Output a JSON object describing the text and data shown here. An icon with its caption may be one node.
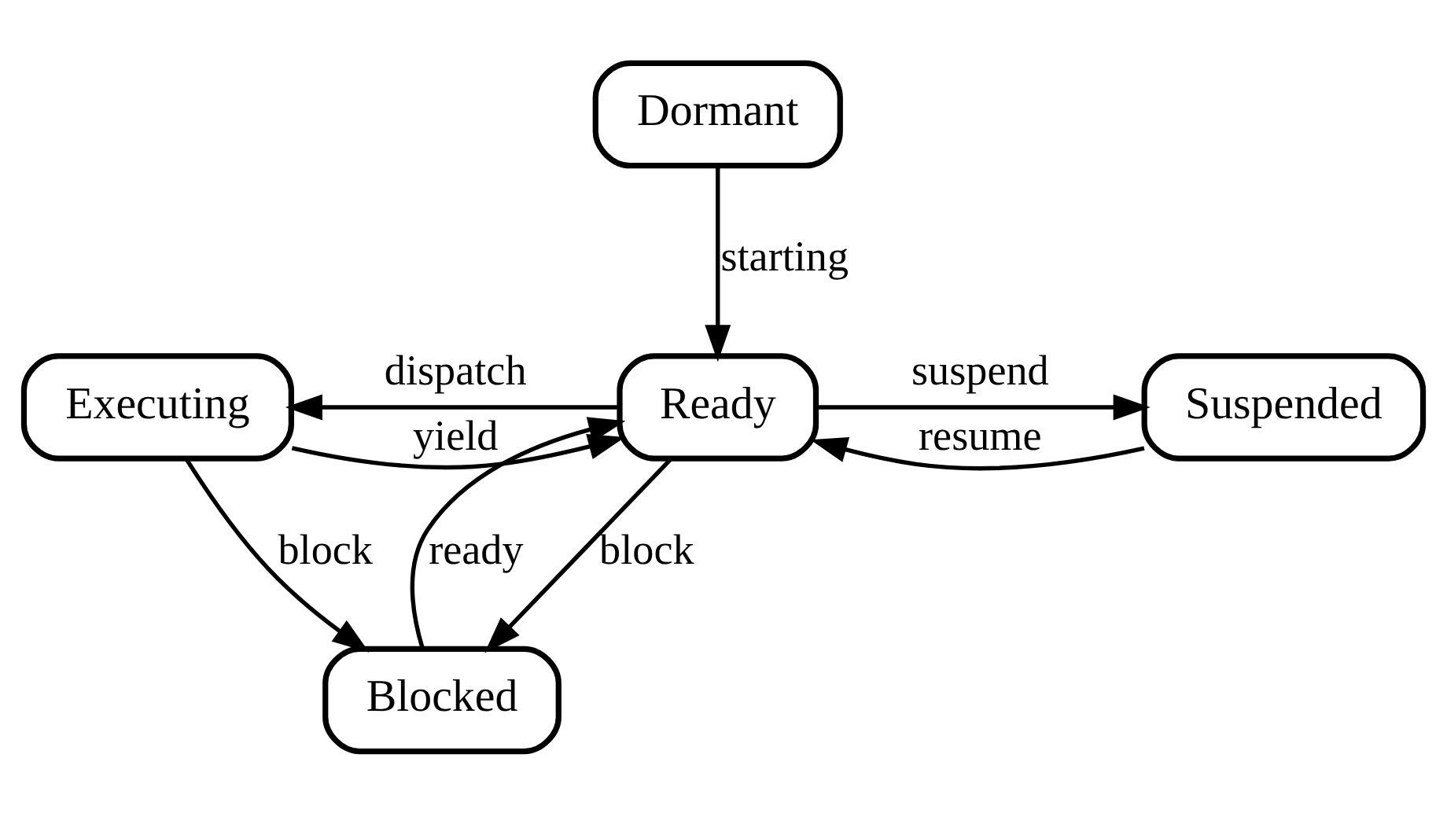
{
  "diagram": {
    "nodes": [
      {
        "text": [
          "Dormant"
        ]
      },
      {
        "text": [
          "Executing"
        ]
      },
      {
        "text": [
          "Ready"
        ]
      },
      {
        "text": [
          "Suspended"
        ]
      },
      {
        "text": [
          "Blocked"
        ]
      }
    ],
    "edges": [
      {
        "from": 0,
        "to": 2,
        "arrow": "to",
        "label": "starting"
      },
      {
        "from": 1,
        "to": 2,
        "arrow": "to",
        "label": "yield"
      },
      {
        "from": 2,
        "to": 1,
        "arrow": "to",
        "label": "dispatch"
      },
      {
        "from": 2,
        "to": 3,
        "arrow": "to",
        "label": "suspend"
      },
      {
        "from": 3,
        "to": 2,
        "arrow": "to",
        "label": "resume"
      },
      {
        "from": 2,
        "to": 4,
        "arrow": "to",
        "label": "block"
      },
      {
        "from": 4,
        "to": 2,
        "arrow": "to",
        "label": "ready"
      },
      {
        "from": 1,
        "to": 4,
        "arrow": "to",
        "label": "block"
      }
    ]
  }
}
